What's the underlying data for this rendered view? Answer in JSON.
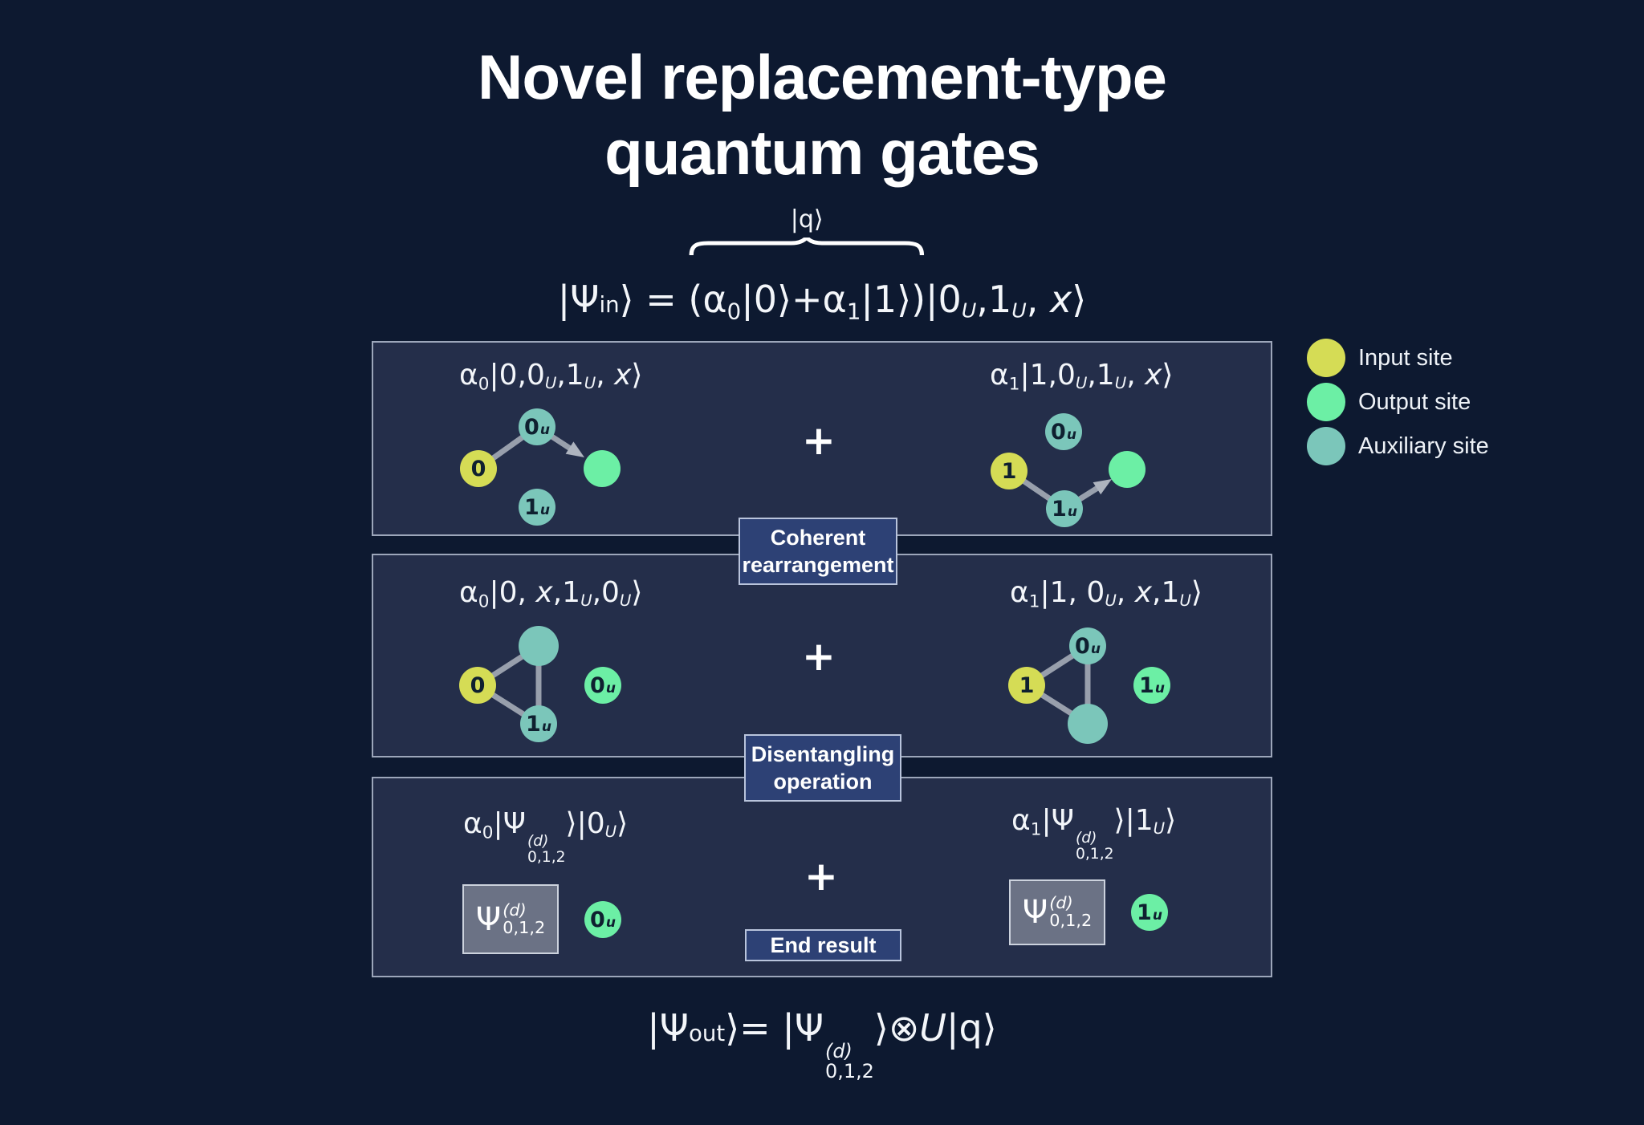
{
  "title": {
    "line1": "Novel replacement-type",
    "line2": "quantum gates"
  },
  "colors": {
    "background": "#0d1930",
    "panel": "#242e4a",
    "input": "#d5dc55",
    "output": "#6cefa5",
    "auxiliary": "#7bc6ba",
    "tag_box": "#2d4175",
    "psi_box": "#6b7285",
    "connector": "#b2b8c2"
  },
  "equation_in": {
    "brace_label": "|q⟩",
    "s_psi": "|Ψ",
    "s_in": "in",
    "s_eq": "⟩ = ",
    "g_open": "(α",
    "g_a0": "0",
    "g_mid": "|0⟩+α",
    "g_a1": "1",
    "g_close": "|1⟩)",
    "t1": "|0",
    "t_u1": "U",
    "t2": ",1",
    "t_u2": "U",
    "t3": ", ",
    "t_x": "x",
    "t4": "⟩"
  },
  "rows": {
    "r1": {
      "left": {
        "alpha": "α",
        "asub": "0",
        "k1": "|0,0",
        "u1": "U",
        "k2": ",1",
        "u2": "U",
        "k3": ", ",
        "x": "x",
        "k4": "⟩"
      },
      "plus": "+",
      "right": {
        "alpha": "α",
        "asub": "1",
        "k1": "|1,0",
        "u1": "U",
        "k2": ",1",
        "u2": "U",
        "k3": ", ",
        "x": "x",
        "k4": "⟩"
      }
    },
    "r2": {
      "left": {
        "alpha": "α",
        "asub": "0",
        "k1": "|0, ",
        "x": "x",
        "k2": ",1",
        "u1": "U",
        "k3": ",0",
        "u2": "U",
        "k4": "⟩"
      },
      "plus": "+",
      "right": {
        "alpha": "α",
        "asub": "1",
        "k1": "|1, 0",
        "u1": "U",
        "k2": ", ",
        "x": "x",
        "k3": ",1",
        "u2": "U",
        "k4": "⟩"
      }
    },
    "r3": {
      "left": {
        "alpha": "α",
        "asub": "0",
        "k1": "|Ψ",
        "sup": "(d)",
        "sub": "0,1,2",
        "k2": "⟩|0",
        "u1": "U",
        "k3": "⟩"
      },
      "plus": "+",
      "right": {
        "alpha": "α",
        "asub": "1",
        "k1": "|Ψ",
        "sup": "(d)",
        "sub": "0,1,2",
        "k2": "⟩|1",
        "u1": "U",
        "k3": "⟩"
      }
    }
  },
  "site_labels": {
    "zero": "0",
    "one": "1",
    "u": "u"
  },
  "psi_box": {
    "psi": "Ψ",
    "sup": "(d)",
    "sub": "0,1,2"
  },
  "boxes": {
    "coherent": {
      "line1": "Coherent",
      "line2": "rearrangement"
    },
    "disentangling": {
      "line1": "Disentangling",
      "line2": "operation"
    },
    "end_result": {
      "label": "End result"
    }
  },
  "equation_out": {
    "p1": "|Ψ",
    "p_out": "out",
    "p2": "⟩= |Ψ",
    "sup": "(d)",
    "sub": "0,1,2",
    "p3": "⟩",
    "otimes": "⊗",
    "U": "U",
    "p4": "|q⟩"
  },
  "legend": {
    "items": [
      {
        "label": "Input site",
        "color": "#d5dc55"
      },
      {
        "label": "Output site",
        "color": "#6cefa5"
      },
      {
        "label": "Auxiliary site",
        "color": "#7bc6ba"
      }
    ]
  }
}
